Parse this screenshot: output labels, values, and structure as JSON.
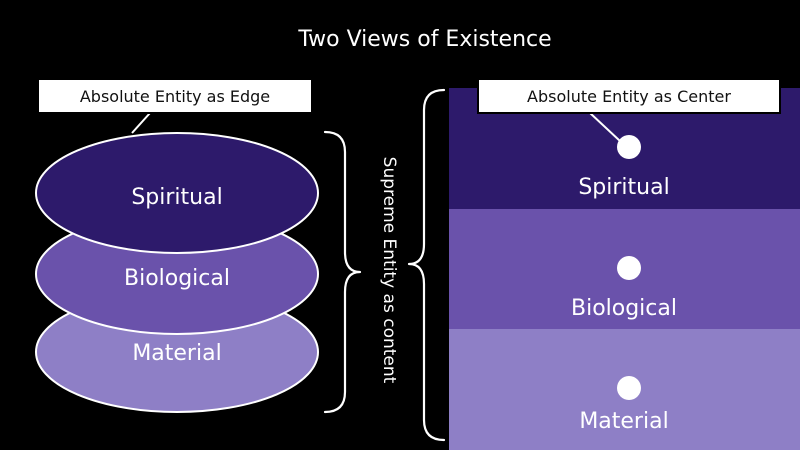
{
  "title": "Two Views of Existence",
  "colors": {
    "background": "#000000",
    "spiritual": "#2d1a6b",
    "biological": "#6a52ab",
    "material": "#8e7fc6",
    "text": "#ffffff",
    "callout_fill": "#ffffff",
    "callout_text": "#111111"
  },
  "left_view": {
    "callout": "Absolute Entity as Edge",
    "layers": [
      "Spiritual",
      "Biological",
      "Material"
    ]
  },
  "middle": {
    "label": "Supreme Entity as content"
  },
  "right_view": {
    "callout": "Absolute Entity as Center",
    "layers": [
      "Spiritual",
      "Biological",
      "Material"
    ]
  }
}
